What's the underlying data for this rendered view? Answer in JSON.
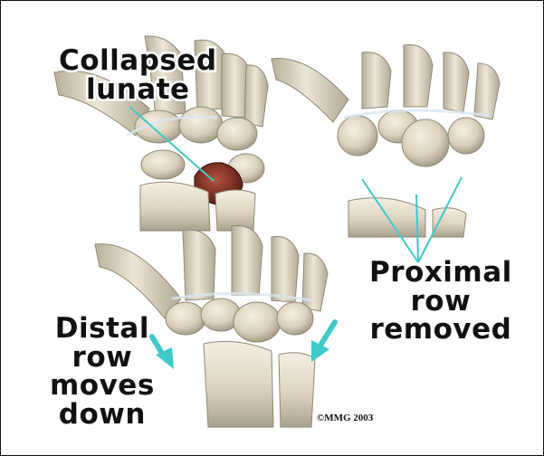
{
  "labels": {
    "collapsed": [
      "Collapsed",
      "lunate"
    ],
    "proximal": [
      "Proximal",
      "row",
      "removed"
    ],
    "distal": [
      "Distal",
      "row",
      "moves",
      "down"
    ]
  },
  "copyright": "©MMG 2003",
  "colors": {
    "bone_light": "#ece6d6",
    "bone_mid": "#cfc6b0",
    "bone_shadow": "#9c9585",
    "cartilage": "#d8e6ef",
    "lunate": "#7a2f22",
    "pointer": "#3fc9c8",
    "arrow": "#3fc9c8",
    "frame": "#111111"
  },
  "icons": {
    "arrow_left": "down-arrow-icon",
    "arrow_right": "down-arrow-icon"
  }
}
